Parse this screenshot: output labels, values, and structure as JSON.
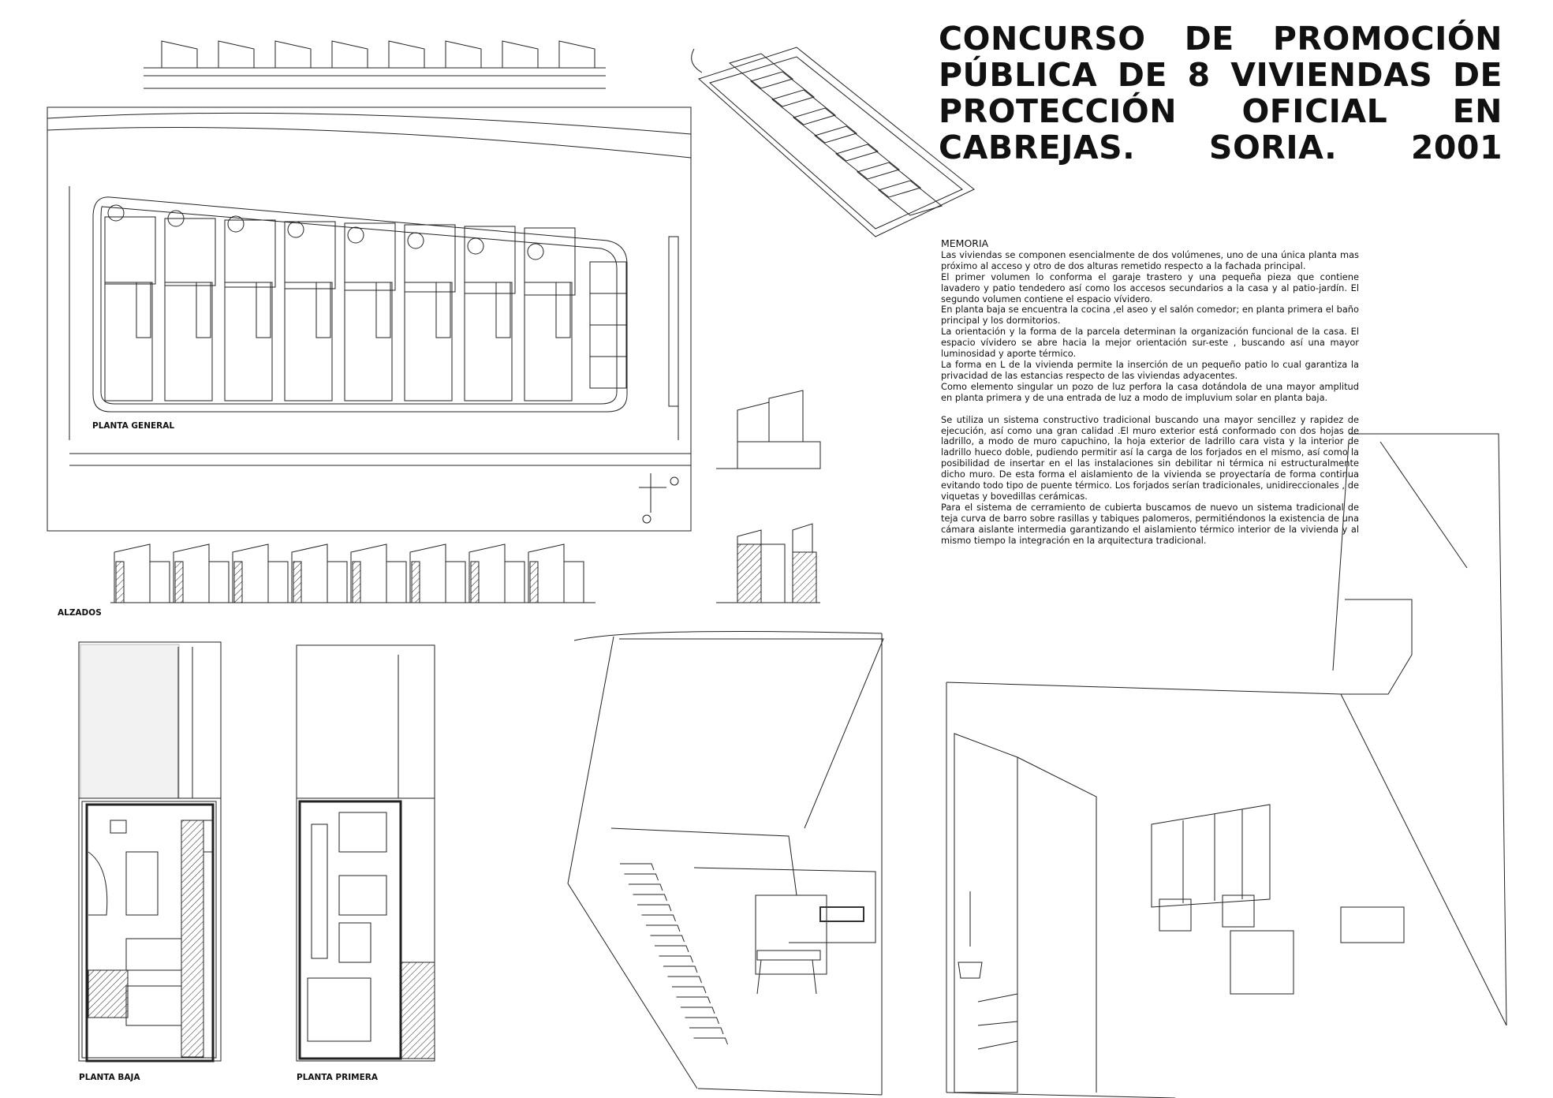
{
  "title": "CONCURSO DE PROMOCIÓN PÚBLICA DE 8 VIVIENDAS DE PROTECCIÓN OFICIAL EN CABREJAS. SORIA. 2001",
  "memoria": {
    "heading": "MEMORIA",
    "p1": "Las viviendas se componen esencialmente de dos volúmenes, uno de una única planta mas próximo al acceso y otro de dos alturas remetido respecto a la fachada principal.",
    "p2": "El primer volumen lo conforma el garaje trastero y una pequeña pieza que contiene lavadero y patio tendedero así como los accesos secundarios a la casa y al patio-jardín. El segundo volumen contiene el espacio vívidero.",
    "p3": "En planta baja se encuentra la cocina ,el aseo y el salón comedor; en planta primera el baño principal y los dormitorios.",
    "p4": "La orientación y la forma de la parcela determinan la organización funcional de la casa. El espacio vívidero se abre hacia la mejor orientación sur-este , buscando así una mayor luminosidad y aporte térmico.",
    "p5": "La forma en L de la vivienda permite la inserción de un pequeño patio lo cual garantiza la privacidad de las estancias respecto de las viviendas adyacentes.",
    "p6": "Como elemento singular un pozo de luz perfora la casa dotándola de una mayor amplitud en planta primera y de una entrada de luz a modo de impluvium solar en planta baja.",
    "p7": "Se utiliza un sistema constructivo tradicional buscando una mayor sencillez y rapidez de ejecución, así como una gran calidad .El muro exterior está conformado con dos hojas de ladrillo, a modo de muro capuchino, la hoja exterior de ladrillo cara vista y la interior de ladrillo hueco doble, pudiendo permitir así la carga de los forjados en el mismo, así como la posibilidad de insertar en el las instalaciones sin debilitar ni térmica ni estructuralmente dicho muro. De esta forma el aislamiento de la vivienda se proyectaría de forma continua evitando todo tipo de puente térmico. Los forjados serían tradicionales, unidireccionales , de viquetas y bovedillas cerámicas.",
    "p8": "Para el sistema de cerramiento de cubierta buscamos de nuevo un sistema tradicional de teja curva de barro sobre rasillas y tabiques palomeros, permitiéndonos la existencia de una cámara aislante intermedia garantizando el aislamiento térmico interior de la vivienda y al mismo tiempo la integración en la arquitectura tradicional."
  },
  "labels": {
    "planta_general": "PLANTA GENERAL",
    "alzados": "ALZADOS",
    "planta_baja": "PLANTA BAJA",
    "planta_primera": "PLANTA PRIMERA"
  }
}
